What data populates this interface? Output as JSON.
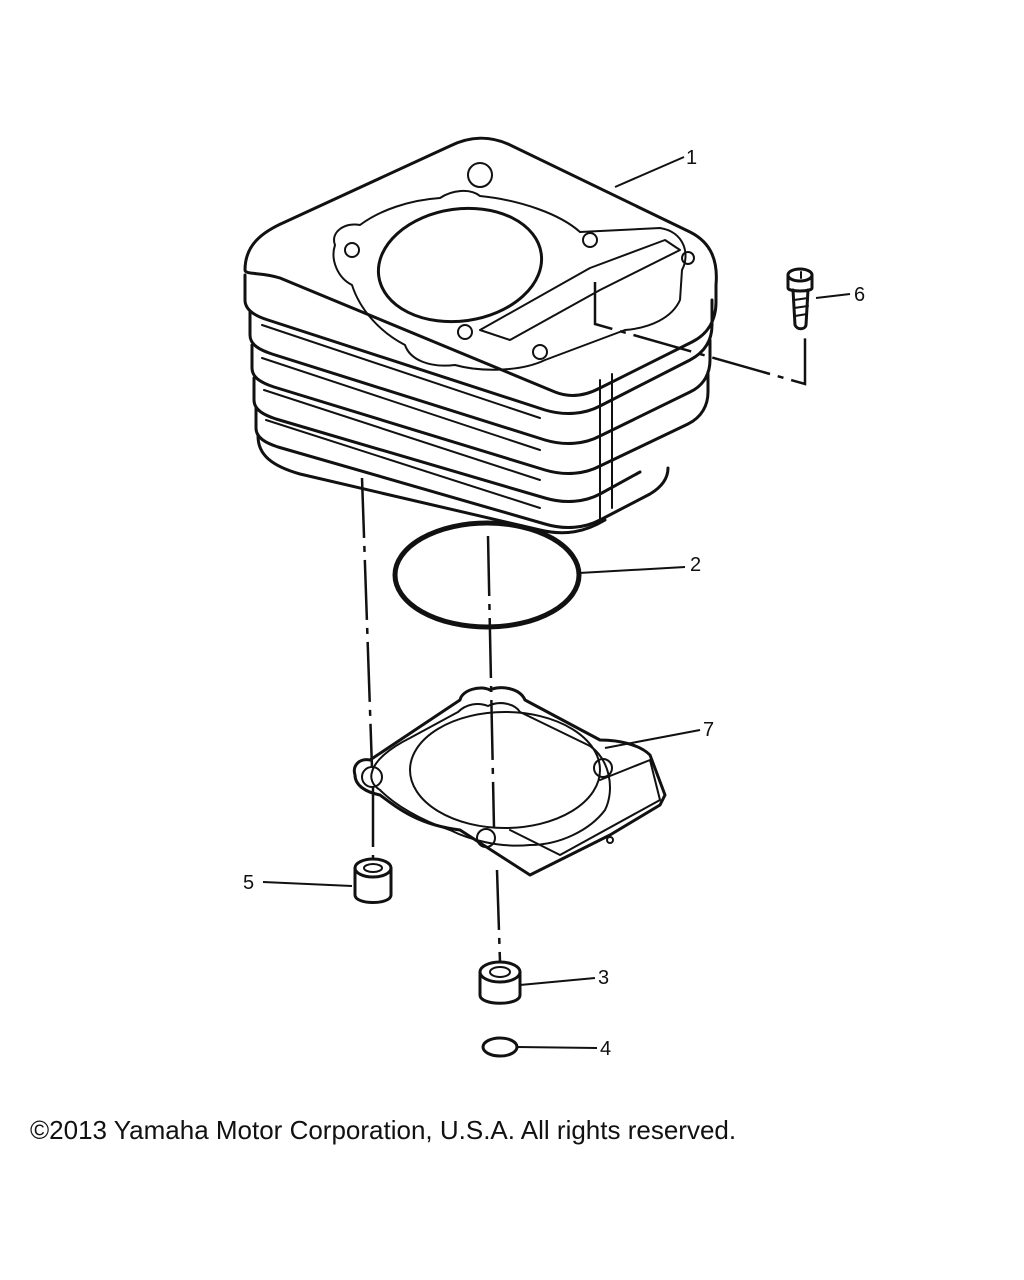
{
  "callouts": {
    "cylinder": "1",
    "o_ring": "2",
    "dowel_pin_front": "3",
    "small_o_ring": "4",
    "dowel_pin_rear": "5",
    "bolt": "6",
    "gasket": "7"
  },
  "footer": {
    "copyright": "©2013 Yamaha Motor Corporation, U.S.A. All rights reserved."
  }
}
